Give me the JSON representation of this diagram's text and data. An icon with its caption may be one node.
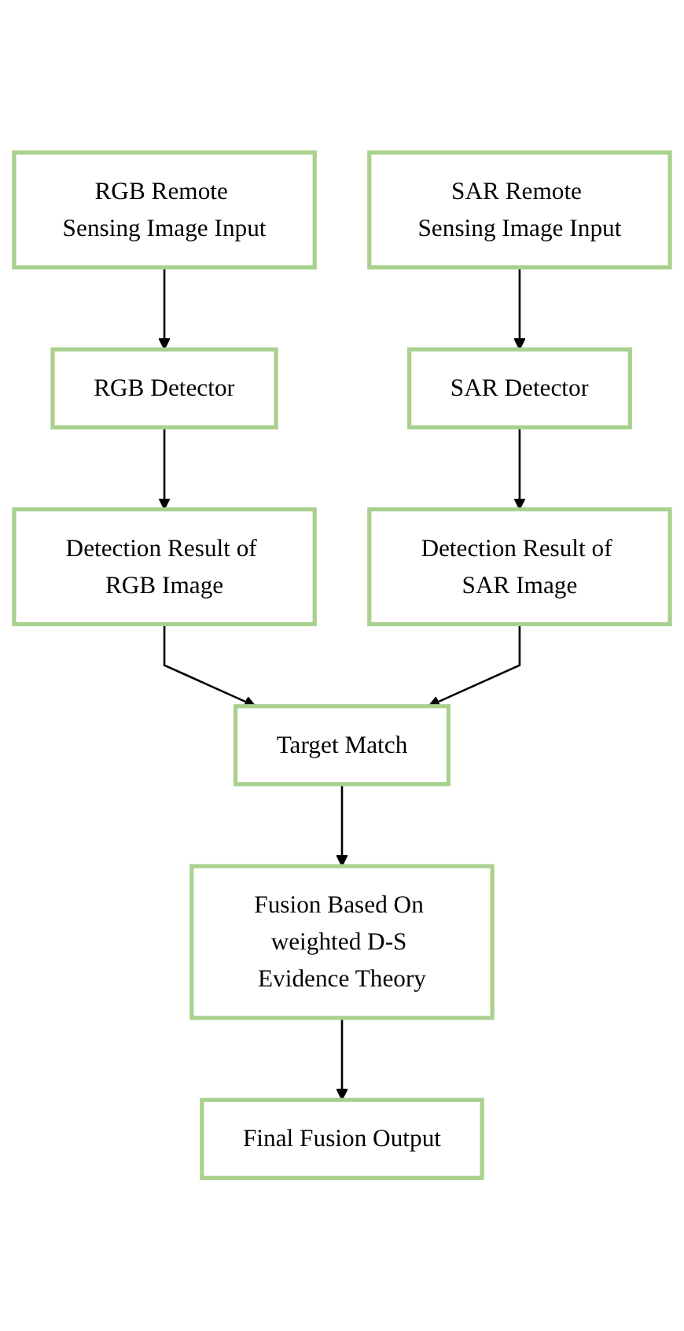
{
  "diagram": {
    "nodes": [
      {
        "text": [
          "RGB Remote Sensing Image Input"
        ]
      },
      {
        "text": [
          "SAR Remote Sensing Image Input"
        ]
      },
      {
        "text": [
          "RGB Detector"
        ]
      },
      {
        "text": [
          "SAR Detector"
        ]
      },
      {
        "text": [
          "Detection Result of RGB Image"
        ]
      },
      {
        "text": [
          "Detection Result of SAR Image"
        ]
      },
      {
        "text": [
          "Target Match"
        ]
      },
      {
        "text": [
          "Fusion Based On weighted D-S Evidence Theory"
        ]
      },
      {
        "text": [
          "Final Fusion Output"
        ]
      }
    ],
    "edges": [
      {
        "from": 0,
        "to": 2,
        "arrow": "to"
      },
      {
        "from": 2,
        "to": 4,
        "arrow": "to"
      },
      {
        "from": 1,
        "to": 3,
        "arrow": "to"
      },
      {
        "from": 3,
        "to": 5,
        "arrow": "to"
      },
      {
        "from": 4,
        "to": 6,
        "arrow": "to"
      },
      {
        "from": 5,
        "to": 6,
        "arrow": "to"
      },
      {
        "from": 6,
        "to": 7,
        "arrow": "to"
      },
      {
        "from": 7,
        "to": 8,
        "arrow": "to"
      }
    ]
  }
}
